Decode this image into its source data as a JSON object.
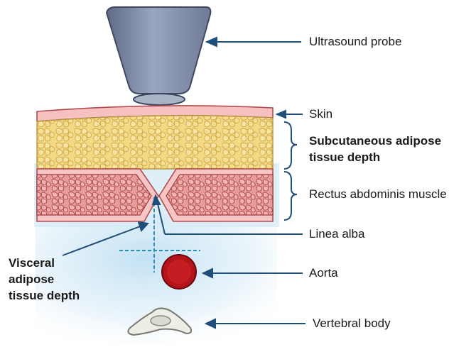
{
  "labels": {
    "probe": "Ultrasound probe",
    "skin": "Skin",
    "subcutaneous_line1": "Subcutaneous adipose",
    "subcutaneous_line2": "tissue depth",
    "rectus": "Rectus abdominis muscle",
    "linea_alba": "Linea alba",
    "visceral_line1": "Visceral",
    "visceral_line2": "adipose",
    "visceral_line3": "tissue depth",
    "aorta": "Aorta",
    "vertebral": "Vertebral body"
  },
  "colors": {
    "arrow": "#1f4e79",
    "measure_line": "#2a8fb0",
    "probe_body": "#7f8ca8",
    "skin": "#f4b6b6",
    "fat": "#f1d27a",
    "muscle": "#e8a0a0",
    "aorta": "#b3131a",
    "bone": "#e8e6dc"
  }
}
